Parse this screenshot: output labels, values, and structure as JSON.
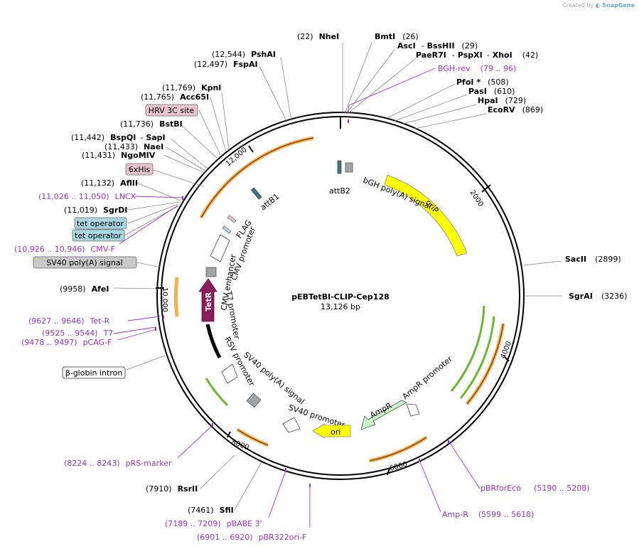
{
  "watermark": {
    "prefix": "Created by",
    "brand": "SnapGene"
  },
  "plasmid": {
    "name": "pEBTetBI-CLIP-Cep128",
    "size": "13,126 bp",
    "length": 13126
  },
  "enzymes": [
    {
      "name": "NheI",
      "pos": "(22)"
    },
    {
      "name": "BmtI",
      "pos": "(26)"
    },
    {
      "name": "AscI",
      "pos": ""
    },
    {
      "name": "BssHII",
      "pos": "(29)"
    },
    {
      "name": "PaeR7I",
      "pos": ""
    },
    {
      "name": "PspXI",
      "pos": ""
    },
    {
      "name": "XhoI",
      "pos": "(42)"
    },
    {
      "name": "PfoI *",
      "pos": "(508)"
    },
    {
      "name": "PasI",
      "pos": "(610)"
    },
    {
      "name": "HpaI",
      "pos": "(729)"
    },
    {
      "name": "EcoRV",
      "pos": "(869)"
    },
    {
      "name": "SacII",
      "pos": "(2899)"
    },
    {
      "name": "SgrAI",
      "pos": "(3236)"
    },
    {
      "name": "SfiI",
      "pos": "(7461)"
    },
    {
      "name": "RsrII",
      "pos": "(7910)"
    },
    {
      "name": "AfeI",
      "pos": "(9958)"
    },
    {
      "name": "SgrDI",
      "pos": "(11,019)"
    },
    {
      "name": "AflII",
      "pos": "(11,132)"
    },
    {
      "name": "NgoMIV",
      "pos": "(11,431)"
    },
    {
      "name": "NaeI",
      "pos": "(11,433)"
    },
    {
      "name": "BspQI",
      "pos": "(11,442)"
    },
    {
      "name": "SapI",
      "pos": ""
    },
    {
      "name": "BstBI",
      "pos": "(11,736)"
    },
    {
      "name": "Acc65I",
      "pos": "(11,765)"
    },
    {
      "name": "KpnI",
      "pos": "(11,769)"
    },
    {
      "name": "FspAI",
      "pos": "(12,497)"
    },
    {
      "name": "PshAI",
      "pos": "(12,544)"
    }
  ],
  "primers": [
    {
      "name": "BGH-rev",
      "range": "(79 .. 96)"
    },
    {
      "name": "pBRforEco",
      "range": "(5190 .. 5208)"
    },
    {
      "name": "Amp-R",
      "range": "(5599 .. 5618)"
    },
    {
      "name": "pBR322ori-F",
      "range": "(6901 .. 6920)"
    },
    {
      "name": "pBABE 3'",
      "range": "(7189 .. 7209)"
    },
    {
      "name": "pRS-marker",
      "range": "(8224 .. 8243)"
    },
    {
      "name": "pCAG-F",
      "range": "(9478 .. 9497)"
    },
    {
      "name": "T7",
      "range": "(9525 .. 9544)"
    },
    {
      "name": "Tet-R",
      "range": "(9627 .. 9646)"
    },
    {
      "name": "CMV-F",
      "range": "(10,926 .. 10,946)"
    },
    {
      "name": "LNCX",
      "range": "(11,026 .. 11,050)"
    }
  ],
  "outer_features": [
    {
      "label": "HRV 3C site",
      "fill": "#e8c5cc"
    },
    {
      "label": "6xHis",
      "fill": "#e8c5cc"
    },
    {
      "label": "tet operator",
      "fill": "#a8d6e2"
    },
    {
      "label": "tet operator",
      "fill": "#a8d6e2"
    },
    {
      "label": "SV40 poly(A) signal",
      "fill": "#c8c8c8"
    },
    {
      "label": "β-globin intron",
      "fill": "#ffffff"
    }
  ],
  "inner_features": [
    "attB1",
    "attB2",
    "bGH poly(A) signal",
    "oriP",
    "FLAG",
    "CMV promoter",
    "CMV enhancer",
    "T7 promoter",
    "TetR",
    "RSV promoter",
    "SV40 poly(A) signal",
    "SV40 promoter",
    "ori",
    "AmpR",
    "AmpR promoter"
  ],
  "ticks": [
    "2000",
    "4000",
    "6000",
    "8000",
    "10,000",
    "12,000"
  ],
  "colors": {
    "enzyme_text": "#000000",
    "primer": "#9b30d9",
    "oriP": "#ffff00",
    "ori": "#ffff00",
    "AmpR": "#c8f5c8",
    "TetR": "#8b1e5a",
    "orf_orange": "#f5b04a",
    "orf_green": "#66bb2a",
    "backbone": "#000000"
  }
}
